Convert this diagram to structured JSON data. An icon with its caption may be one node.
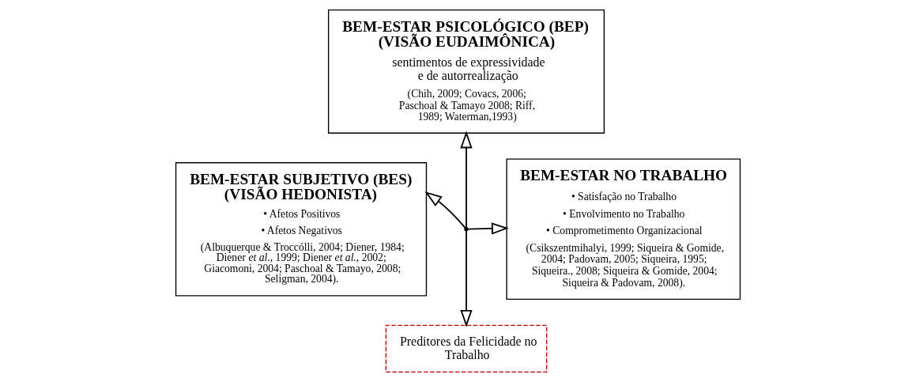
{
  "diagram": {
    "nodes": [
      {
        "text": [
          "BEM-ESTAR PSICOLÓGICO (BEP) (VISÃO EUDAIMÔNICA)",
          "sentimentos de expressividade e de autorrealização",
          "(Chih, 2009; Covacs, 2006; Paschoal & Tamayo 2008; Riff, 1989; Waterman,1993)"
        ]
      },
      {
        "text": [
          "BEM-ESTAR SUBJETIVO (BES) (VISÃO HEDONISTA)",
          "• Afetos Positivos",
          "• Afetos Negativos",
          "(Albuquerque & Troccólli, 2004; Diener, 1984; Diener *et al.*, 1999; Diener *et al.*, 2002; Giacomoni, 2004; Paschoal & Tamayo, 2008; Seligman, 2004)."
        ]
      },
      {
        "text": [],
        "shape": "cross"
      },
      {
        "text": [
          "BEM-ESTAR NO TRABALHO",
          "• Satisfação no Trabalho",
          "• Envolvimento no Trabalho",
          "• Comprometimento Organizacional",
          "(Csikszentmihalyi, 1999; Siqueira & Gomide, 2004; Padovam, 2005; Siqueira, 1995; Siqueira., 2008; Siqueira & Gomide, 2004; Siqueira & Padovam, 2008)."
        ]
      },
      {
        "text": [
          "Preditores da Felicidade no Trabalho"
        ]
      }
    ],
    "edges": [
      {
        "from": 2,
        "to": 0,
        "arrow": "to"
      },
      {
        "from": 2,
        "to": 1,
        "arrow": "to"
      },
      {
        "from": 2,
        "to": 3,
        "arrow": "to"
      },
      {
        "from": 2,
        "to": 4,
        "arrow": "to"
      }
    ]
  }
}
